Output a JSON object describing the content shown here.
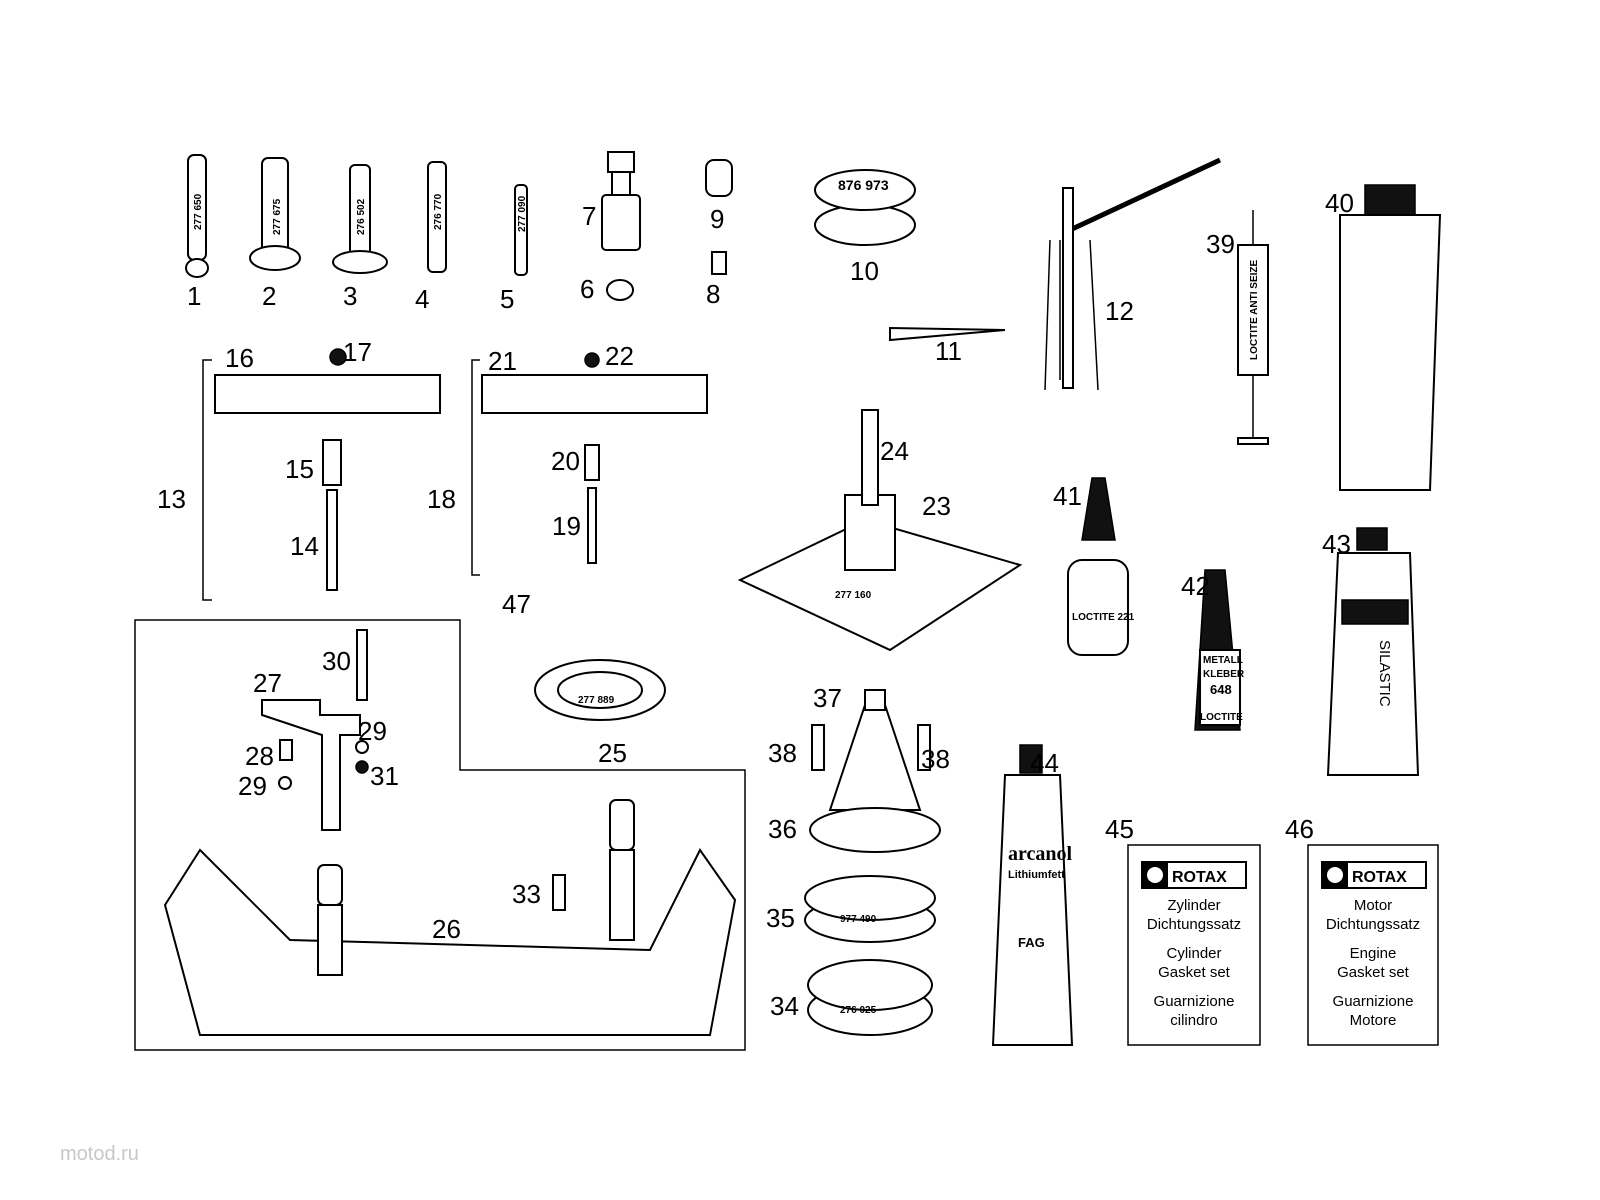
{
  "watermark": "motod.ru",
  "callouts": [
    "1",
    "2",
    "3",
    "4",
    "5",
    "6",
    "7",
    "8",
    "9",
    "10",
    "11",
    "12",
    "13",
    "14",
    "15",
    "16",
    "17",
    "18",
    "19",
    "20",
    "21",
    "22",
    "23",
    "24",
    "25",
    "26",
    "27",
    "28",
    "29",
    "29",
    "30",
    "31",
    "33",
    "34",
    "35",
    "36",
    "37",
    "38",
    "38",
    "39",
    "40",
    "41",
    "42",
    "43",
    "44",
    "45",
    "46",
    "47"
  ],
  "part_markings": {
    "p1": "277 650",
    "p2": "277 675",
    "p3": "276 502",
    "p4": "276 770",
    "p5": "277 090",
    "p10": "876 973",
    "p23": "277 160",
    "p25": "277 889",
    "p35": "977 490",
    "p34": "276 025",
    "p41": "LOCTITE 221",
    "p42_a": "METALL",
    "p42_b": "KLEBER",
    "p42_c": "648",
    "p42_d": "LOCTITE",
    "p43": "SILASTIC",
    "p44_a": "arcanol",
    "p44_b": "Lithiumfett",
    "p44_c": "FAG",
    "p39": "LOCTITE ANTI SEIZE"
  },
  "cards": [
    {
      "brand": "ROTAX",
      "lines": [
        "Zylinder",
        "Dichtungssatz",
        "Cylinder",
        "Gasket set",
        "Guarnizione",
        "cilindro"
      ]
    },
    {
      "brand": "ROTAX",
      "lines": [
        "Motor",
        "Dichtungssatz",
        "Engine",
        "Gasket set",
        "Guarnizione",
        "Motore"
      ]
    }
  ]
}
